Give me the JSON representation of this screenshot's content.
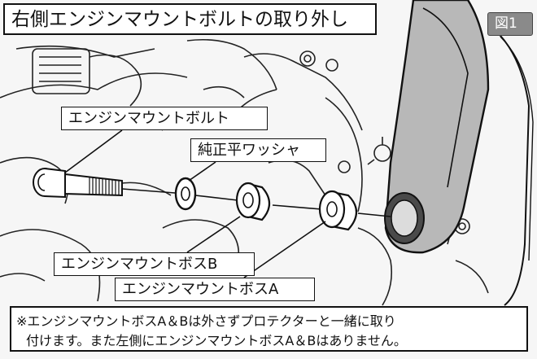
{
  "title": "右側エンジンマウントボルトの取り外し",
  "figure_badge": "図1",
  "callouts": {
    "bolt": "エンジンマウントボルト",
    "washer": "純正平ワッシャ",
    "boss_b": "エンジンマウントボスB",
    "boss_a": "エンジンマウントボスA"
  },
  "note": {
    "line1": "※エンジンマウントボスA＆Bは外さずプロテクターと一緒に取り",
    "line2": "付けます。また左側にエンジンマウントボスA＆Bはありません。"
  },
  "colors": {
    "line": "#111111",
    "frame_fill": "#b8b8b8",
    "badge_fill": "#8a8a8a"
  }
}
